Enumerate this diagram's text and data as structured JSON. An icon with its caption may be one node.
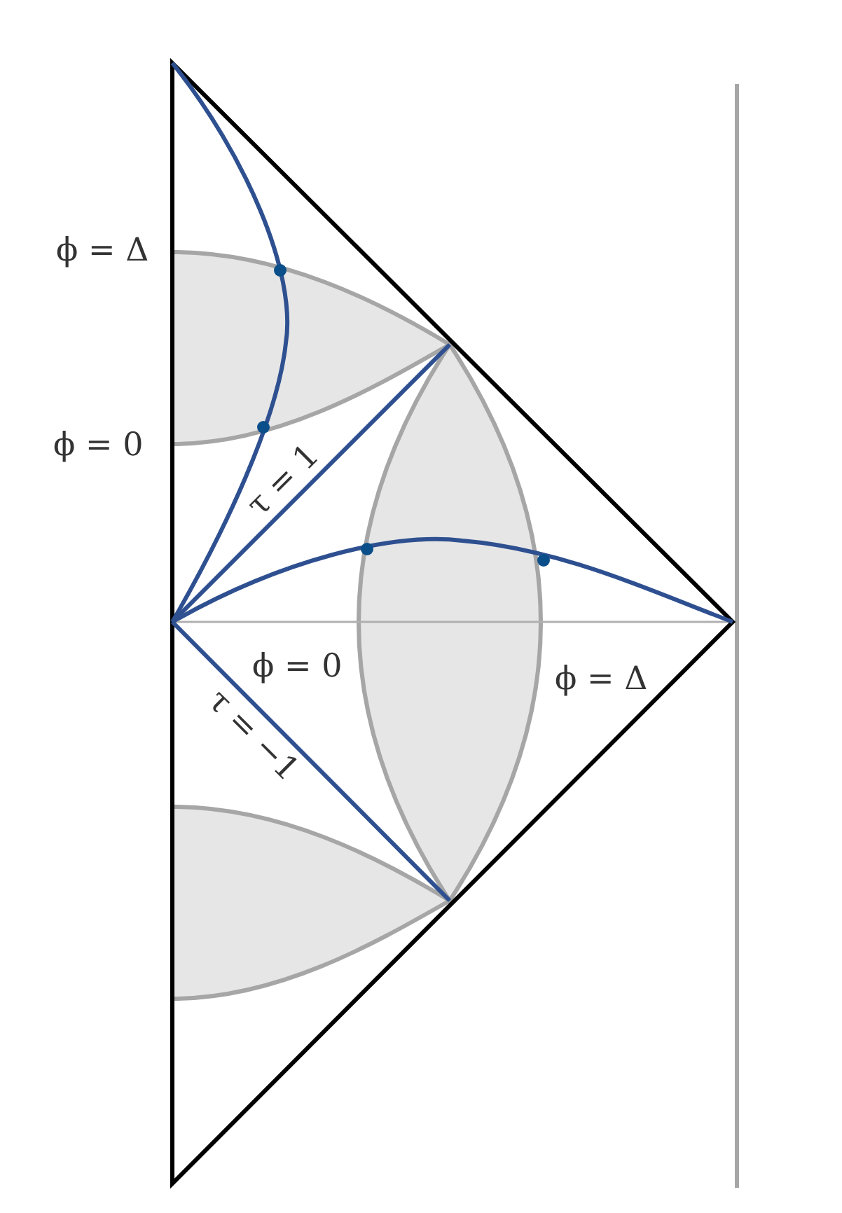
{
  "diagram": {
    "labels": [
      "ϕ = Δ",
      "ϕ = 0",
      "τ = 1",
      "ϕ = 0",
      "ϕ = Δ",
      "τ = −1"
    ]
  }
}
